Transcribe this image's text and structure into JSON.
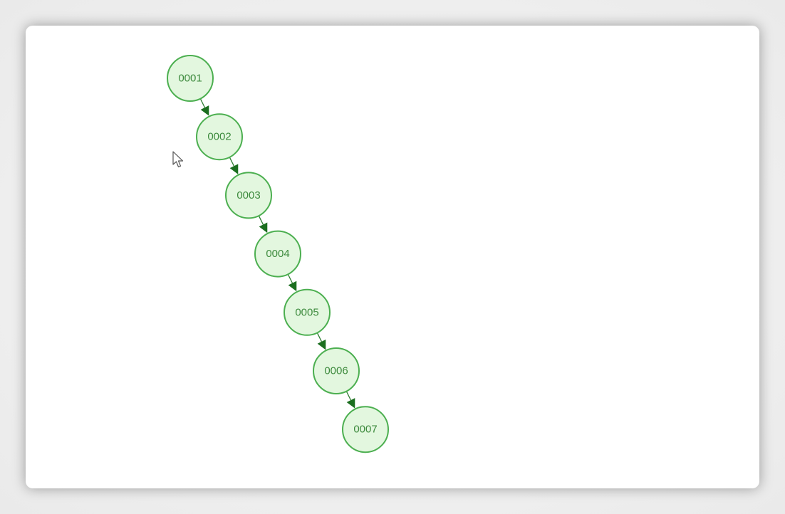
{
  "diagram": {
    "nodes": [
      {
        "id": "n1",
        "label": "0001"
      },
      {
        "id": "n2",
        "label": "0002"
      },
      {
        "id": "n3",
        "label": "0003"
      },
      {
        "id": "n4",
        "label": "0004"
      },
      {
        "id": "n5",
        "label": "0005"
      },
      {
        "id": "n6",
        "label": "0006"
      },
      {
        "id": "n7",
        "label": "0007"
      }
    ],
    "edges": [
      {
        "from": "n1",
        "to": "n2"
      },
      {
        "from": "n2",
        "to": "n3"
      },
      {
        "from": "n3",
        "to": "n4"
      },
      {
        "from": "n4",
        "to": "n5"
      },
      {
        "from": "n5",
        "to": "n6"
      },
      {
        "from": "n6",
        "to": "n7"
      }
    ],
    "colors": {
      "node_fill": "#e3f7df",
      "node_stroke": "#4caf50",
      "label": "#3d8a3d",
      "arrow": "#1b6e1f"
    }
  },
  "cursor": {
    "icon": "mouse-pointer-icon"
  }
}
